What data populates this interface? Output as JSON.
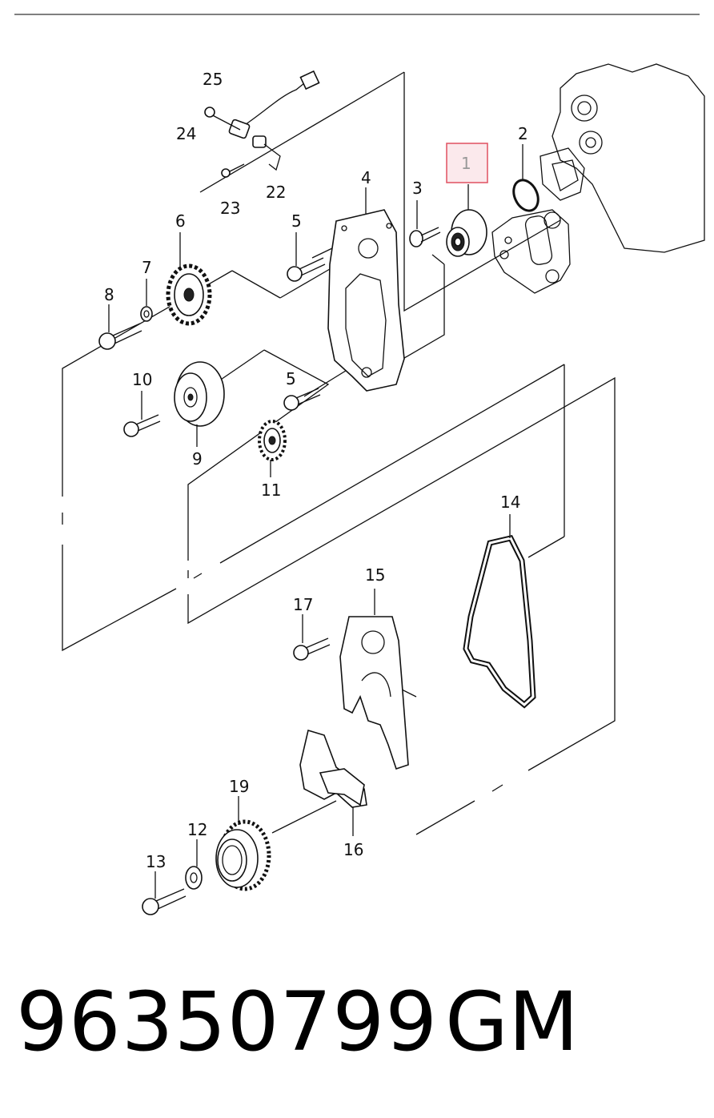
{
  "callouts": {
    "c1": "1",
    "c2": "2",
    "c3": "3",
    "c4": "4",
    "c5a": "5",
    "c5b": "5",
    "c6": "6",
    "c7": "7",
    "c8": "8",
    "c9": "9",
    "c10": "10",
    "c11": "11",
    "c12": "12",
    "c13": "13",
    "c14": "14",
    "c15": "15",
    "c16": "16",
    "c17": "17",
    "c19": "19",
    "c22": "22",
    "c23": "23",
    "c24": "24",
    "c25": "25"
  },
  "highlight": {
    "callout": "1",
    "color": "#e05060"
  },
  "footer": {
    "part_number": "96350799",
    "brand": "GM"
  }
}
